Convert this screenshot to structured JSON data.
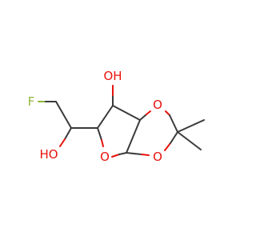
{
  "molecule": {
    "colors": {
      "carbon": "#3a3a3a",
      "oxygen": "#e8120c",
      "fluorine": "#8fb83a"
    },
    "atom_labels": {
      "oh_top": "OH",
      "oh_left": "HO",
      "o_ring_left": "O",
      "o_ring_top": "O",
      "o_ring_bottom": "O",
      "fluorine": "F"
    }
  }
}
